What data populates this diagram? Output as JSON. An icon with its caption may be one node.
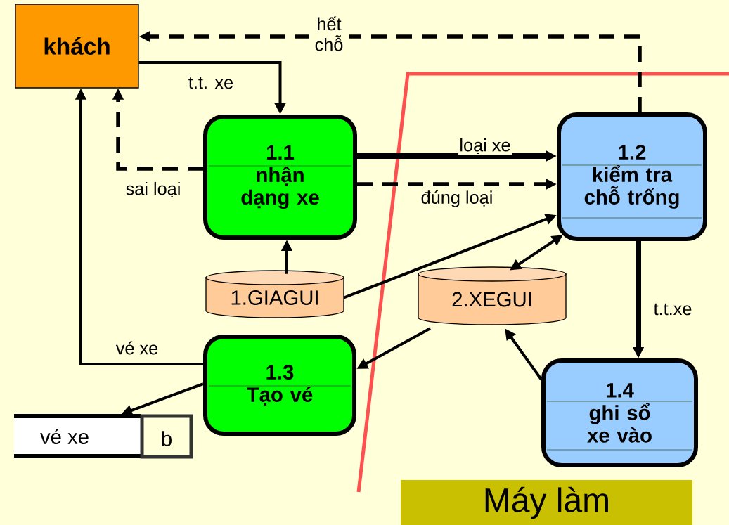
{
  "diagram": {
    "nodes": [
      {
        "text": [
          "khách"
        ]
      },
      {
        "text": [
          "1.1",
          "nhận dạng xe"
        ]
      },
      {
        "text": [
          "1.2",
          "kiểm tra chỗ trống"
        ]
      },
      {
        "text": [
          "1.GIAGUI"
        ]
      },
      {
        "text": [
          "2.XEGUI"
        ]
      },
      {
        "text": [
          "1.3",
          "Tạo vé"
        ]
      },
      {
        "text": [
          "1.4",
          "ghi sổ xe vào"
        ]
      },
      {
        "text": [
          "vé xe",
          "b"
        ]
      },
      {
        "text": [
          "Máy làm"
        ]
      }
    ],
    "edges": [
      {
        "from": 0,
        "to": 1,
        "arrow": "to",
        "label": "t.t. xe"
      },
      {
        "from": 2,
        "to": 0,
        "arrow": "to",
        "label": "hết chỗ",
        "style": "dashed"
      },
      {
        "from": 1,
        "to": 0,
        "arrow": "to",
        "label": "sai loại",
        "style": "dashed"
      },
      {
        "from": 1,
        "to": 2,
        "arrow": "to",
        "label": "loại xe",
        "style": "thick"
      },
      {
        "from": 1,
        "to": 2,
        "arrow": "to",
        "label": "đúng loại",
        "style": "dashed"
      },
      {
        "from": 3,
        "to": 1,
        "arrow": "to"
      },
      {
        "from": 3,
        "to": 2,
        "arrow": "to"
      },
      {
        "from": 4,
        "to": 2,
        "arrow": "both"
      },
      {
        "from": 2,
        "to": 6,
        "arrow": "to",
        "label": "t.t.xe",
        "style": "thick"
      },
      {
        "from": 6,
        "to": 4,
        "arrow": "to"
      },
      {
        "from": 4,
        "to": 5,
        "arrow": "to"
      },
      {
        "from": 5,
        "to": 0,
        "arrow": "to",
        "label": "vé xe"
      },
      {
        "from": 5,
        "to": 7,
        "arrow": "to"
      }
    ]
  }
}
